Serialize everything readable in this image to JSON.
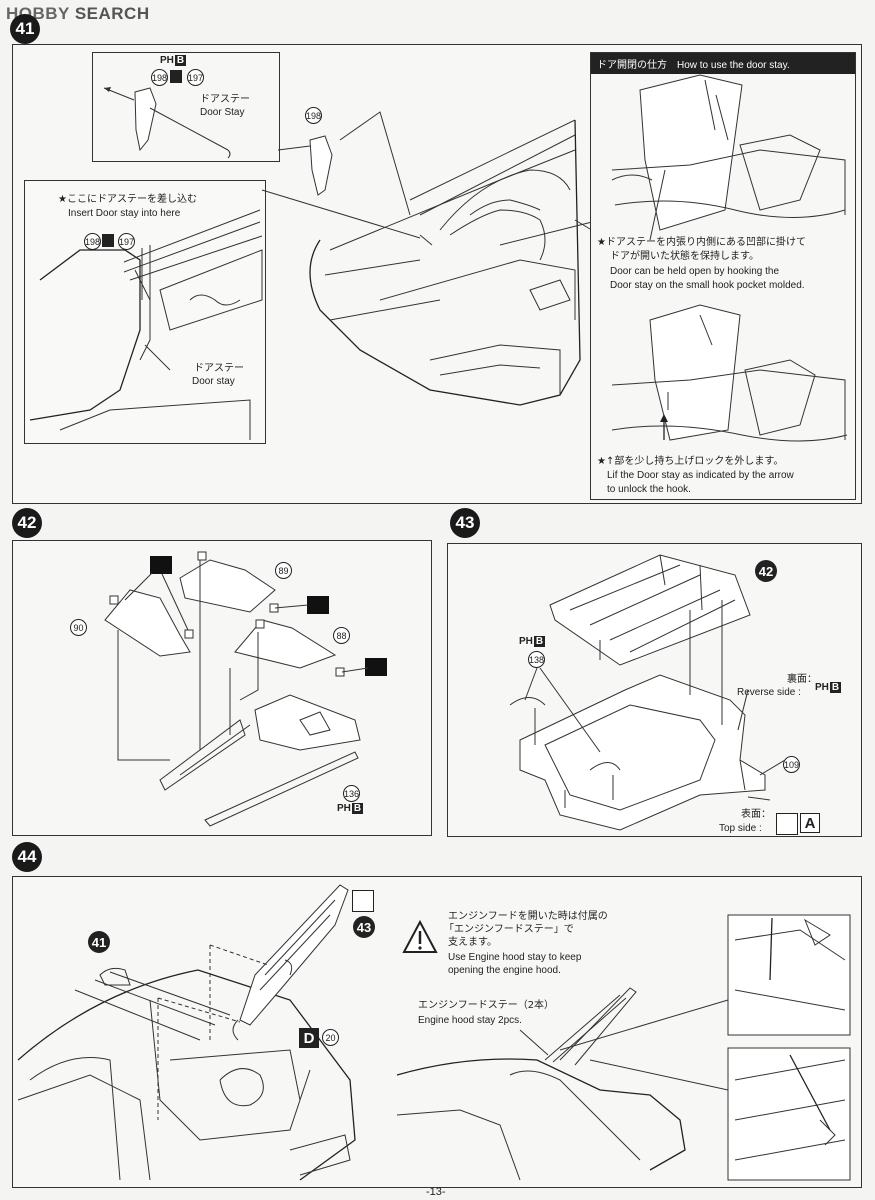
{
  "header": {
    "logo_brand": "HOBBY",
    "logo_rest": "SEARCH"
  },
  "steps": {
    "s41": "41",
    "s42": "42",
    "s43": "43",
    "s44": "44"
  },
  "step41": {
    "inset_tag_p": "PH",
    "inset_tag_b": "B",
    "part_198": "198",
    "part_197": "197",
    "door_stay_jp": "ドアステー",
    "door_stay_en": "Door Stay",
    "insert_jp": "★ここにドアステーを差し込む",
    "insert_en": "Insert Door stay into here",
    "door_stay2_jp": "ドアステー",
    "door_stay2_en": "Door stay",
    "part_198b": "198",
    "part_197b": "197",
    "part_198c": "198",
    "howto_title": "ドア開閉の仕方　How to use the door stay.",
    "hold_jp1": "★ドアステーを内張り内側にある凹部に掛けて",
    "hold_jp2": "ドアが開いた状態を保持します。",
    "hold_en1": "Door can be held open by hooking the",
    "hold_en2": "Door stay on the small hook pocket molded.",
    "lift_jp": "★↑部を少し持ち上げロックを外します。",
    "lift_en1": "Lif the Door stay as indicated by the arrow",
    "lift_en2": "to unlock the hook."
  },
  "step42": {
    "part_89": "89",
    "part_88": "88",
    "part_90": "90",
    "part_136": "136",
    "tag_p": "PH",
    "tag_b": "B"
  },
  "step43": {
    "ref_42": "42",
    "part_138": "138",
    "part_109": "109",
    "tag_p": "PH",
    "tag_b": "B",
    "reverse_jp": "裏面：",
    "reverse_en": "Reverse side :",
    "rev_tag_p": "PH",
    "rev_tag_b": "B",
    "top_jp": "表面：",
    "top_en": "Top side :",
    "top_letter": "A"
  },
  "step44": {
    "ref_41": "41",
    "ref_43": "43",
    "d_letter": "D",
    "part_20": "20",
    "warn_jp1": "エンジンフードを開いた時は付属の",
    "warn_jp2": "「エンジンフードステー」で",
    "warn_jp3": "支えます。",
    "warn_en1": "Use Engine hood stay to keep",
    "warn_en2": "opening the engine hood.",
    "stay_jp": "エンジンフードステー（2本）",
    "stay_en": "Engine hood stay 2pcs."
  },
  "footer": {
    "page": "-13-"
  }
}
